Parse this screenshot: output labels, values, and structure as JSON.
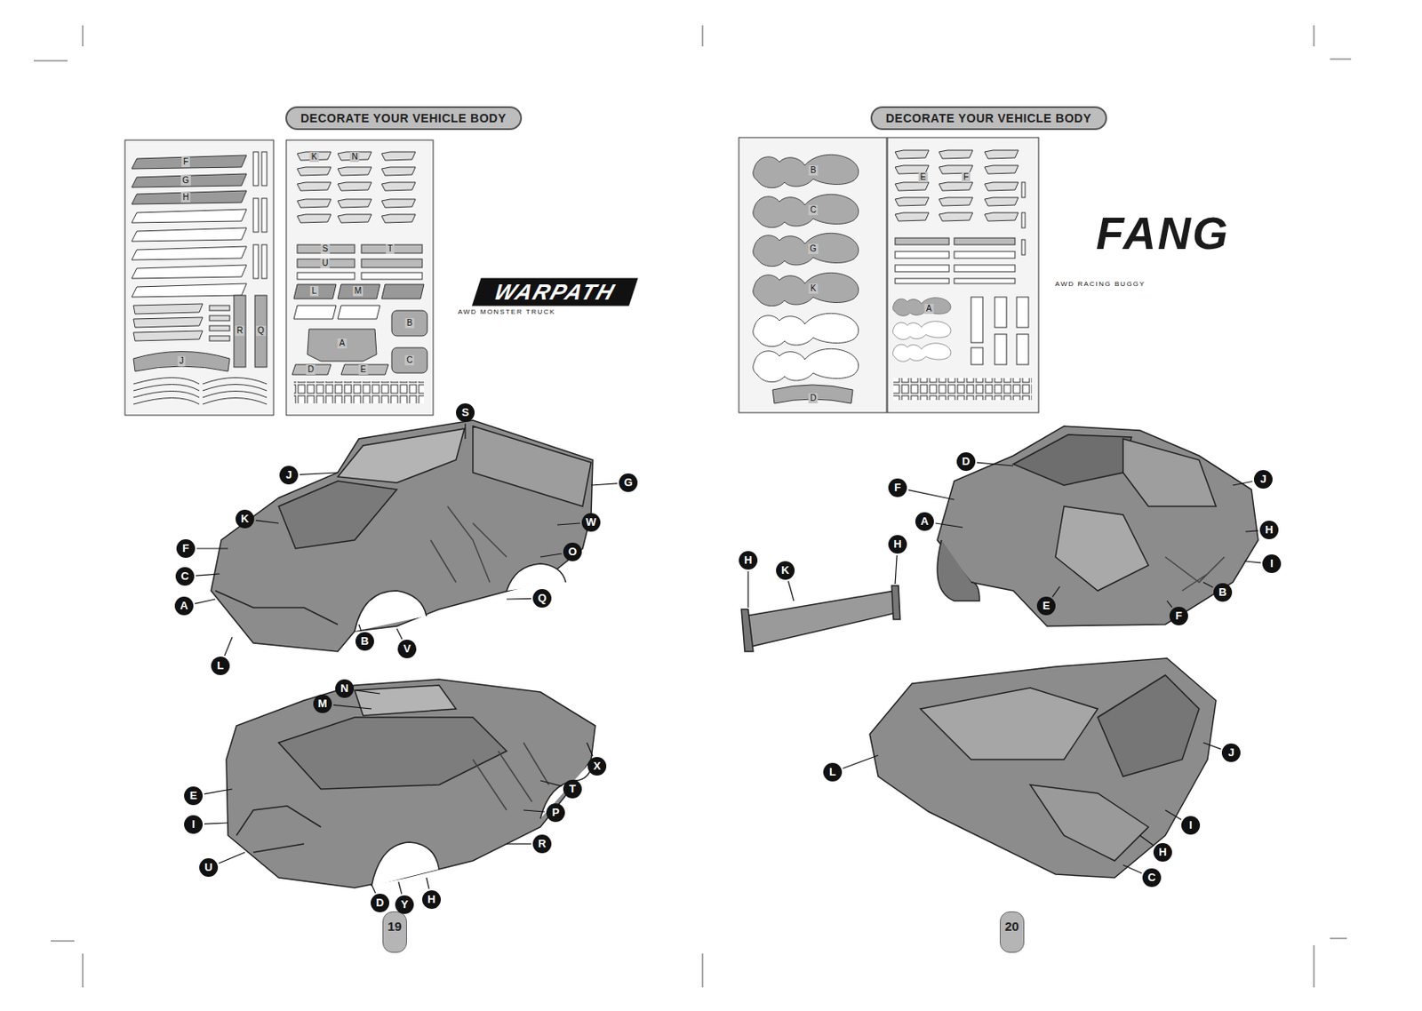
{
  "diagram": {
    "nodes": [
      {
        "text": [
          "DECORATE YOUR VEHICLE BODY"
        ]
      },
      {
        "text": [
          "DECORATE YOUR VEHICLE BODY"
        ]
      },
      {
        "text": [
          "19"
        ]
      },
      {
        "text": [
          "20"
        ]
      }
    ],
    "labels": [
      "WARPATH",
      "AWD MONSTER TRUCK",
      "F",
      "G",
      "H",
      "R",
      "Q",
      "J",
      "K",
      "N",
      "S",
      "T",
      "U",
      "L",
      "M",
      "A",
      "B",
      "C",
      "D",
      "E",
      "S",
      "J",
      "G",
      "K",
      "W",
      "F",
      "O",
      "C",
      "A",
      "Q",
      "B",
      "V",
      "L",
      "N",
      "M",
      "X",
      "E",
      "T",
      "I",
      "P",
      "U",
      "R",
      "D",
      "Y",
      "H",
      "FANG",
      "AWD RACING BUGGY",
      "B",
      "C",
      "G",
      "K",
      "D",
      "A",
      "E",
      "F",
      "D",
      "J",
      "F",
      "A",
      "H",
      "I",
      "B",
      "E",
      "F",
      "H",
      "K",
      "H",
      "L",
      "J",
      "H",
      "I",
      "C"
    ]
  }
}
